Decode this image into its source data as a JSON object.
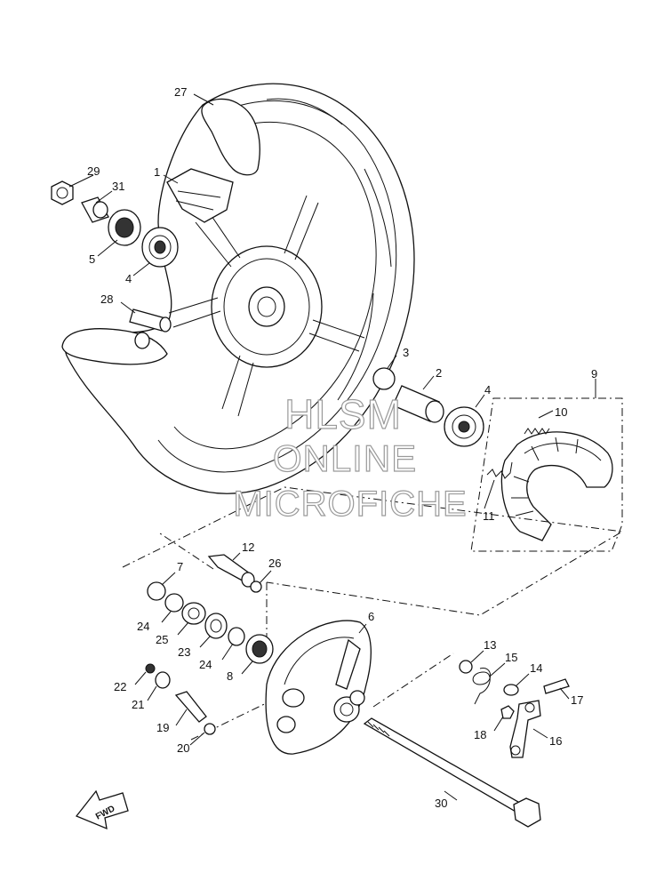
{
  "watermark": {
    "line1": "HLSM",
    "line2": "ONLINE",
    "line3": "MICROFICHE"
  },
  "fwd_label": "FWD",
  "callouts": {
    "c1": "1",
    "c2": "2",
    "c3": "3",
    "c4a": "4",
    "c4b": "4",
    "c5": "5",
    "c6": "6",
    "c7": "7",
    "c8": "8",
    "c9": "9",
    "c10": "10",
    "c11": "11",
    "c12": "12",
    "c13": "13",
    "c14": "14",
    "c15": "15",
    "c16": "16",
    "c17": "17",
    "c18": "18",
    "c19": "19",
    "c20": "20",
    "c21": "21",
    "c22": "22",
    "c23": "23",
    "c24a": "24",
    "c24b": "24",
    "c25": "25",
    "c26": "26",
    "c27": "27",
    "c28": "28",
    "c29": "29",
    "c30": "30",
    "c31": "31"
  },
  "colors": {
    "ink": "#111111",
    "watermark_stroke": "#9a9a9a",
    "background": "#ffffff"
  }
}
